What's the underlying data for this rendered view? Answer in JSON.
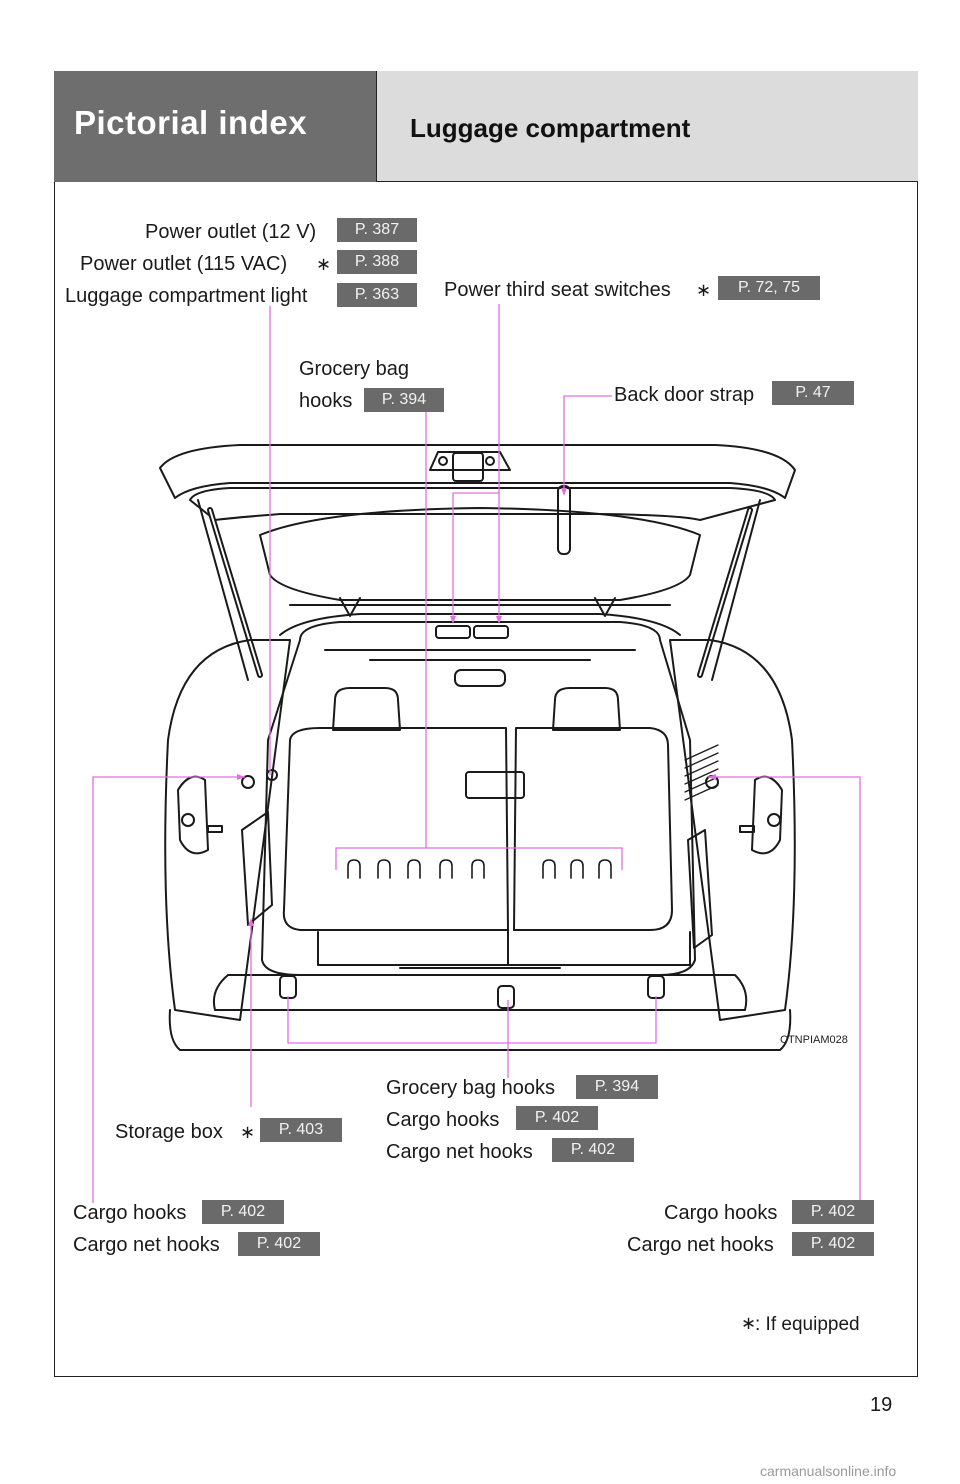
{
  "header": {
    "section": "Pictorial index",
    "subsection": "Luggage compartment"
  },
  "labels": {
    "power_outlet_12v": "Power outlet (12 V)",
    "power_outlet_12v_page": "P. 387",
    "power_outlet_115": "Power outlet (115 VAC)",
    "power_outlet_115_page": "P. 388",
    "luggage_light": "Luggage compartment light",
    "luggage_light_page": "P. 363",
    "power_third_seat": "Power third seat switches",
    "power_third_seat_page": "P. 72, 75",
    "grocery_top_line1": "Grocery bag",
    "grocery_top_line2": "hooks",
    "grocery_top_page": "P. 394",
    "back_door_strap": "Back door strap",
    "back_door_strap_page": "P. 47",
    "grocery_bottom": "Grocery bag hooks",
    "grocery_bottom_page": "P. 394",
    "cargo_hooks_mid": "Cargo hooks",
    "cargo_hooks_mid_page": "P. 402",
    "cargo_net_mid": "Cargo net hooks",
    "cargo_net_mid_page": "P. 402",
    "storage_box": "Storage box",
    "storage_box_page": "P. 403",
    "cargo_hooks_left": "Cargo hooks",
    "cargo_hooks_left_page": "P. 402",
    "cargo_net_left": "Cargo net hooks",
    "cargo_net_left_page": "P. 402",
    "cargo_hooks_right": "Cargo hooks",
    "cargo_hooks_right_page": "P. 402",
    "cargo_net_right": "Cargo net hooks",
    "cargo_net_right_page": "P. 402",
    "if_equipped": ": If equipped",
    "star": "∗"
  },
  "illustration_code": "CTNPIAM028",
  "page_number": "19",
  "watermark": "carmanualsonline.info",
  "colors": {
    "header_dark": "#6e6e6e",
    "header_light": "#dcdcdc",
    "badge": "#6a6a6a",
    "leader_line": "#e070e0"
  }
}
